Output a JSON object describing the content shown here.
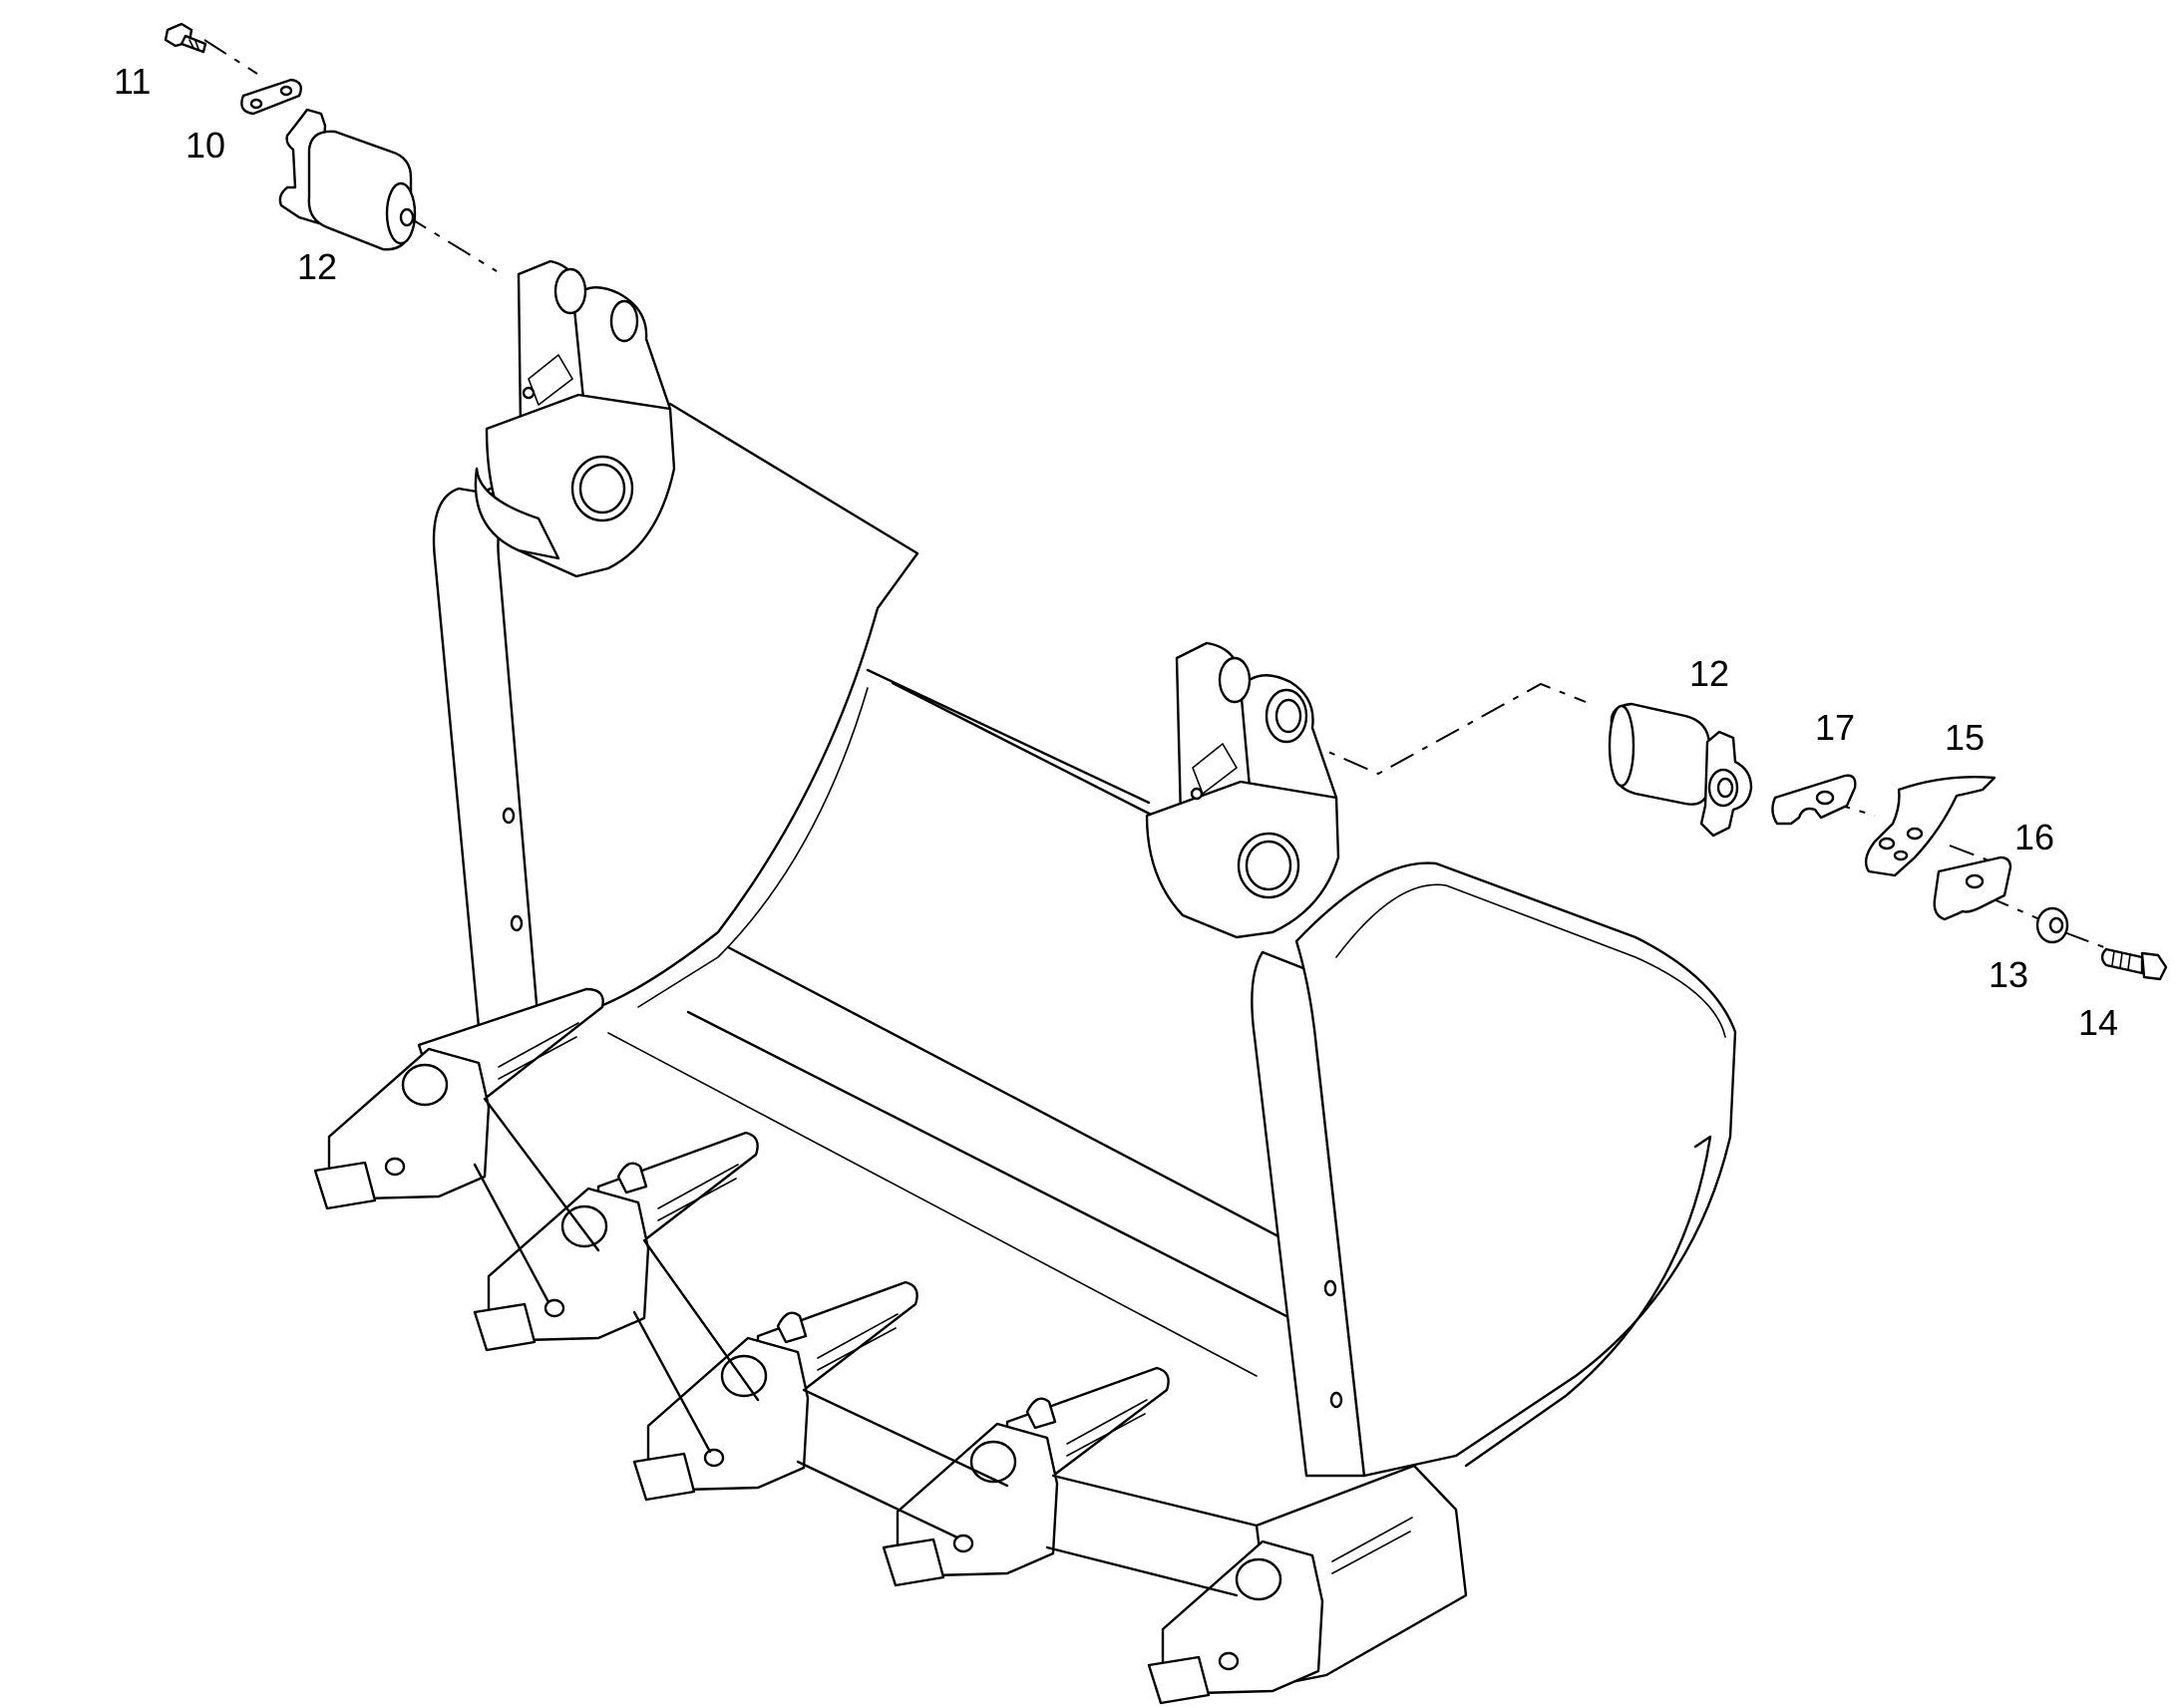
{
  "diagram": {
    "labels": [
      {
        "id": "11",
        "text": "11"
      },
      {
        "id": "10",
        "text": "10"
      },
      {
        "id": "12a",
        "text": "12"
      },
      {
        "id": "12b",
        "text": "12"
      },
      {
        "id": "17",
        "text": "17"
      },
      {
        "id": "15",
        "text": "15"
      },
      {
        "id": "16",
        "text": "16"
      },
      {
        "id": "13",
        "text": "13"
      },
      {
        "id": "14",
        "text": "14"
      }
    ]
  }
}
